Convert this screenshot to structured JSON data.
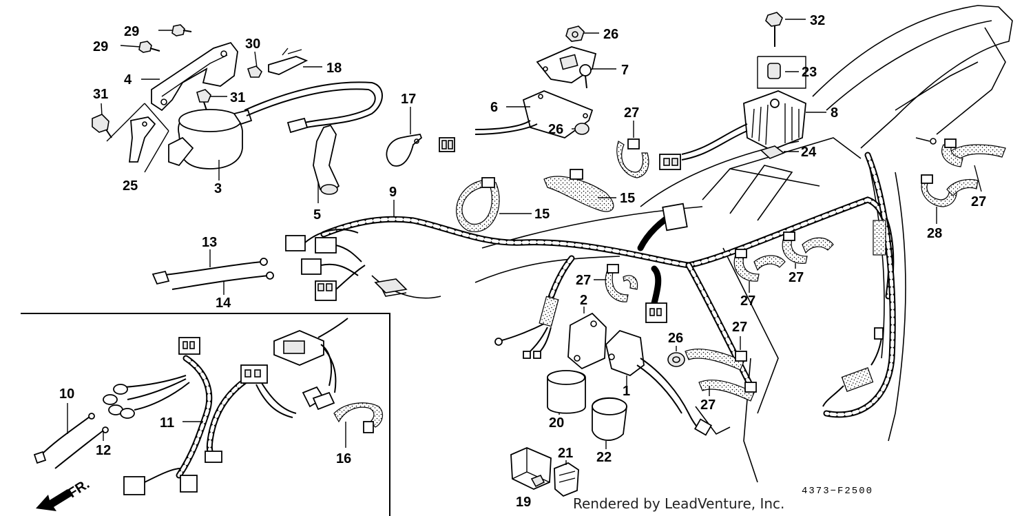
{
  "diagram": {
    "part_code": "4373−F2500",
    "credit": "Rendered by LeadVenture, Inc.",
    "direction_label": "FR.",
    "callouts": [
      {
        "id": "c29a",
        "text": "29"
      },
      {
        "id": "c29b",
        "text": "29"
      },
      {
        "id": "c30",
        "text": "30"
      },
      {
        "id": "c18",
        "text": "18"
      },
      {
        "id": "c4",
        "text": "4"
      },
      {
        "id": "c31a",
        "text": "31"
      },
      {
        "id": "c31b",
        "text": "31"
      },
      {
        "id": "c3",
        "text": "3"
      },
      {
        "id": "c25",
        "text": "25"
      },
      {
        "id": "c5",
        "text": "5"
      },
      {
        "id": "c17",
        "text": "17"
      },
      {
        "id": "c26a",
        "text": "26"
      },
      {
        "id": "c7",
        "text": "7"
      },
      {
        "id": "c6",
        "text": "6"
      },
      {
        "id": "c26b",
        "text": "26"
      },
      {
        "id": "c27a",
        "text": "27"
      },
      {
        "id": "c32",
        "text": "32"
      },
      {
        "id": "c23",
        "text": "23"
      },
      {
        "id": "c8",
        "text": "8"
      },
      {
        "id": "c24",
        "text": "24"
      },
      {
        "id": "c15a",
        "text": "15"
      },
      {
        "id": "c15b",
        "text": "15"
      },
      {
        "id": "c9",
        "text": "9"
      },
      {
        "id": "c13",
        "text": "13"
      },
      {
        "id": "c14",
        "text": "14"
      },
      {
        "id": "c27b",
        "text": "27"
      },
      {
        "id": "c28",
        "text": "28"
      },
      {
        "id": "c27c",
        "text": "27"
      },
      {
        "id": "c27d",
        "text": "27"
      },
      {
        "id": "c27e",
        "text": "27"
      },
      {
        "id": "c2",
        "text": "2"
      },
      {
        "id": "c26c",
        "text": "26"
      },
      {
        "id": "c27f",
        "text": "27"
      },
      {
        "id": "c27g",
        "text": "27"
      },
      {
        "id": "c1",
        "text": "1"
      },
      {
        "id": "c20",
        "text": "20"
      },
      {
        "id": "c22",
        "text": "22"
      },
      {
        "id": "c10",
        "text": "10"
      },
      {
        "id": "c12",
        "text": "12"
      },
      {
        "id": "c11",
        "text": "11"
      },
      {
        "id": "c16",
        "text": "16"
      },
      {
        "id": "c21",
        "text": "21"
      },
      {
        "id": "c19",
        "text": "19"
      }
    ]
  }
}
